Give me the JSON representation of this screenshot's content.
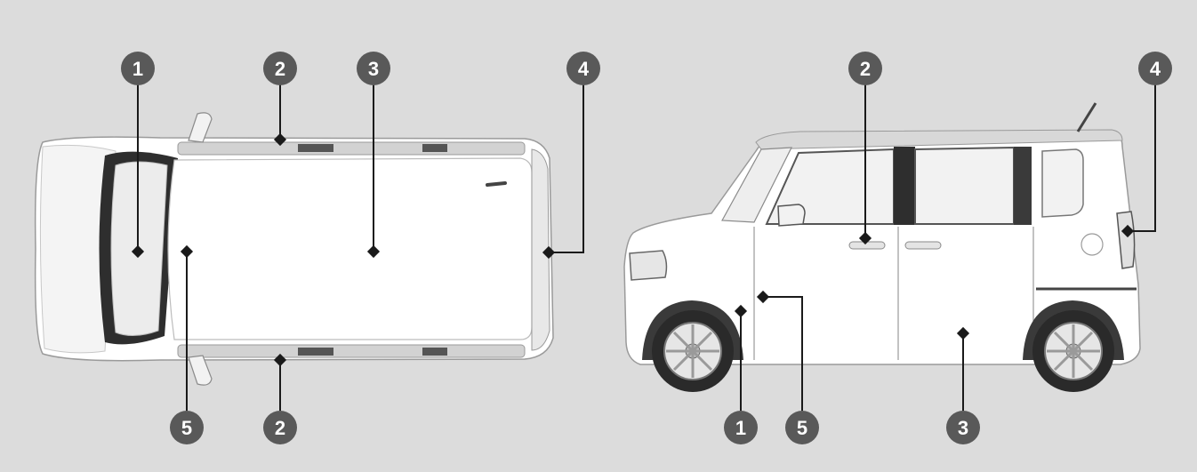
{
  "colors": {
    "background": "#dcdcdc",
    "badge": "#595959",
    "leader": "#1a1a1a",
    "body": "#ffffff",
    "dark_trim": "#3a3a3a",
    "glass": "#eeeeee"
  },
  "top_view": {
    "callouts": [
      {
        "id": "1",
        "label": "1"
      },
      {
        "id": "2a",
        "label": "2"
      },
      {
        "id": "3",
        "label": "3"
      },
      {
        "id": "4",
        "label": "4"
      },
      {
        "id": "5",
        "label": "5"
      },
      {
        "id": "2b",
        "label": "2"
      }
    ]
  },
  "side_view": {
    "callouts": [
      {
        "id": "2",
        "label": "2"
      },
      {
        "id": "4",
        "label": "4"
      },
      {
        "id": "1",
        "label": "1"
      },
      {
        "id": "5",
        "label": "5"
      },
      {
        "id": "3",
        "label": "3"
      }
    ]
  }
}
